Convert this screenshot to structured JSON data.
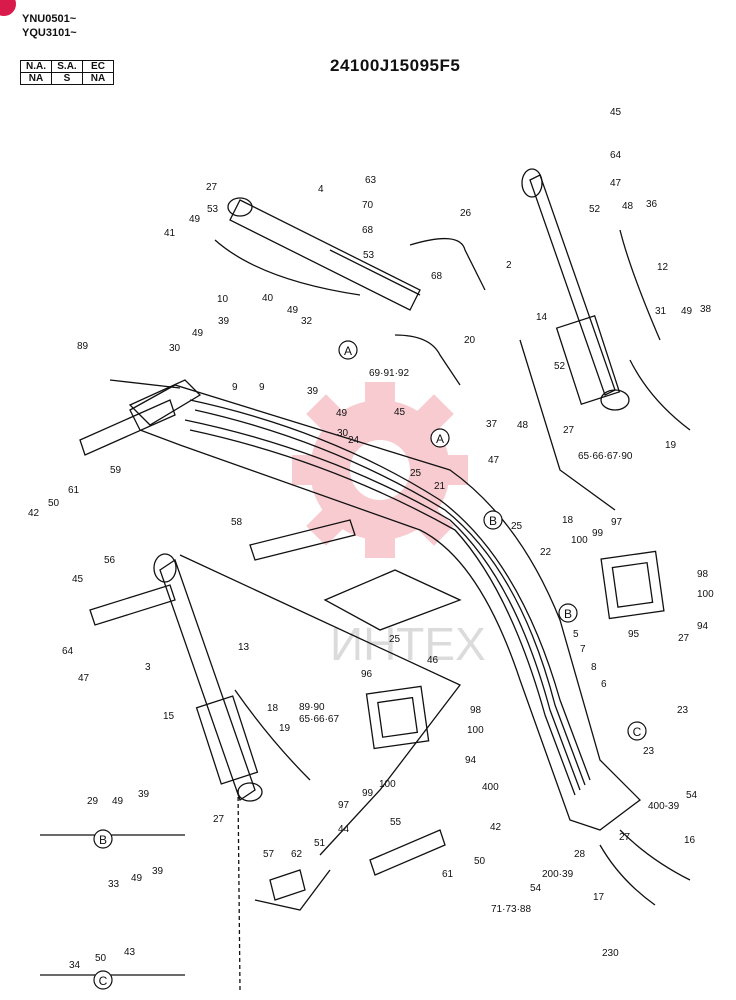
{
  "header": {
    "serial_1": "YNU0501~",
    "serial_2": "YQU3101~",
    "part_code": "24100J15095F5"
  },
  "class_table": {
    "headers": [
      "N.A.",
      "S.A.",
      "EC"
    ],
    "values": [
      "NA",
      "S",
      "NA"
    ]
  },
  "watermark": {
    "text": "ИНТЕХ"
  },
  "detail_markers": {
    "A": "A",
    "B": "B",
    "C": "C"
  },
  "part_labels": {
    "p2": "2",
    "p3": "3",
    "p4": "4",
    "p5": "5",
    "p6": "6",
    "p7": "7",
    "p8": "8",
    "p9a": "9",
    "p9b": "9",
    "p10": "10",
    "p12": "12",
    "p13": "13",
    "p14": "14",
    "p15": "15",
    "p16": "16",
    "p17": "17",
    "p18a": "18",
    "p18b": "18",
    "p19a": "19",
    "p19b": "19",
    "p20": "20",
    "p21": "21",
    "p22": "22",
    "p23a": "23",
    "p23b": "23",
    "p24": "24",
    "p25a": "25",
    "p25b": "25",
    "p25c": "25",
    "p26": "26",
    "p27a": "27",
    "p27b": "27",
    "p27c": "27",
    "p27d": "27",
    "p27e": "27",
    "p28": "28",
    "p29": "29",
    "p30a": "30",
    "p30b": "30",
    "p31": "31",
    "p32": "32",
    "p33": "33",
    "p34": "34",
    "p36": "36",
    "p37": "37",
    "p38": "38",
    "p39a": "39",
    "p39b": "39",
    "p39c": "39",
    "p39d": "39",
    "p40": "40",
    "p41": "41",
    "p42a": "42",
    "p42b": "42",
    "p43": "43",
    "p44": "44",
    "p45a": "45",
    "p45b": "45",
    "p45c": "45",
    "p46": "46",
    "p47a": "47",
    "p47b": "47",
    "p47c": "47",
    "p48a": "48",
    "p48b": "48",
    "p49a": "49",
    "p49b": "49",
    "p49c": "49",
    "p49d": "49",
    "p49e": "49",
    "p49f": "49",
    "p49g": "49",
    "p50a": "50",
    "p50b": "50",
    "p50c": "50",
    "p51": "51",
    "p52a": "52",
    "p52b": "52",
    "p53a": "53",
    "p53b": "53",
    "p54a": "54",
    "p54b": "54",
    "p55": "55",
    "p56": "56",
    "p57": "57",
    "p58": "58",
    "p59": "59",
    "p61a": "61",
    "p61b": "61",
    "p62": "62",
    "p63": "63",
    "p64a": "64",
    "p64b": "64",
    "p68a": "68",
    "p68b": "68",
    "p70": "70",
    "p89": "89",
    "p94a": "94",
    "p94b": "94",
    "p95": "95",
    "p96": "96",
    "p97a": "97",
    "p97b": "97",
    "p98a": "98",
    "p98b": "98",
    "p99a": "99",
    "p99b": "99",
    "p100a": "100",
    "p100b": "100",
    "p100c": "100",
    "p100d": "100",
    "p230": "230",
    "p400": "400",
    "g1": "69·91·92",
    "g2": "65·66·67·90",
    "g3": "89·90",
    "g4": "65·66·67",
    "g5": "400-39",
    "g6": "200·39",
    "g7": "71·73·88"
  }
}
